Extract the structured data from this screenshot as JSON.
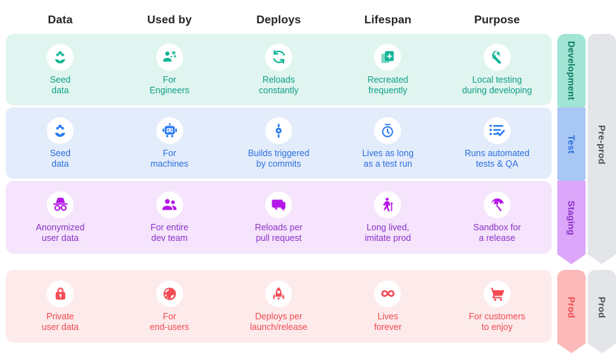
{
  "headers": [
    {
      "label": "Data"
    },
    {
      "label": "Used by"
    },
    {
      "label": "Deploys"
    },
    {
      "label": "Lifespan"
    },
    {
      "label": "Purpose"
    }
  ],
  "rows": [
    {
      "env": "Development",
      "bg": "#e0f5ef",
      "fg": "#0e9e84",
      "icon_color": "#11b495",
      "cells": [
        {
          "icon": "flower-seed-icon",
          "label": "Seed\ndata"
        },
        {
          "icon": "engineer-person-gears-icon",
          "label": "For\nEngineers"
        },
        {
          "icon": "refresh-cycle-icon",
          "label": "Reloads\nconstantly"
        },
        {
          "icon": "duplicate-plus-icon",
          "label": "Recreated\nfrequently"
        },
        {
          "icon": "wrench-icon",
          "label": "Local testing\nduring developing"
        }
      ]
    },
    {
      "env": "Test",
      "bg": "#e3ecfb",
      "fg": "#2b6fe0",
      "icon_color": "#2979f5",
      "cells": [
        {
          "icon": "flower-seed-icon",
          "label": "Seed\ndata"
        },
        {
          "icon": "robot-icon",
          "label": "For\nmachines"
        },
        {
          "icon": "commit-node-icon",
          "label": "Builds triggered\nby commits"
        },
        {
          "icon": "stopwatch-icon",
          "label": "Lives as long\nas a test run"
        },
        {
          "icon": "checklist-icon",
          "label": "Runs automated\ntests & QA"
        }
      ]
    },
    {
      "env": "Staging",
      "bg": "#f5e4fb",
      "fg": "#8b31c9",
      "icon_color": "#b417e8",
      "cells": [
        {
          "icon": "incognito-hat-glasses-icon",
          "label": "Anonymized\nuser data"
        },
        {
          "icon": "people-group-icon",
          "label": "For entire\ndev team"
        },
        {
          "icon": "chat-bubbles-icon",
          "label": "Reloads per\npull request"
        },
        {
          "icon": "elderly-person-cane-icon",
          "label": "Long lived,\nimitate prod"
        },
        {
          "icon": "beach-umbrella-icon",
          "label": "Sandbox for\na release"
        }
      ]
    },
    {
      "env": "Prod",
      "bg": "#fdeaea",
      "fg": "#ef4a52",
      "icon_color": "#f54b55",
      "cells": [
        {
          "icon": "padlock-icon",
          "label": "Private\nuser data"
        },
        {
          "icon": "globe-slash-icon",
          "label": "For\nend-users"
        },
        {
          "icon": "rocket-icon",
          "label": "Deploys per\nlaunch/release"
        },
        {
          "icon": "infinity-icon",
          "label": "Lives\nforever"
        },
        {
          "icon": "shopping-cart-icon",
          "label": "For customers\nto enjoy"
        }
      ]
    }
  ],
  "stage_ribbons": [
    {
      "label": "Development",
      "bg": "#a2e5d4",
      "fg": "#0b7a66"
    },
    {
      "label": "Test",
      "bg": "#a9c7f4",
      "fg": "#2b6fe0"
    },
    {
      "label": "Staging",
      "bg": "#dca6fa",
      "fg": "#8b31c9"
    },
    {
      "label": "Prod",
      "bg": "#fcb9b9",
      "fg": "#ef4a52"
    }
  ],
  "group_ribbons": [
    {
      "label": "Pre-prod",
      "bg": "#e3e5e9",
      "fg": "#4b4f55"
    },
    {
      "label": "Prod",
      "bg": "#e3e5e9",
      "fg": "#4b4f55"
    }
  ]
}
